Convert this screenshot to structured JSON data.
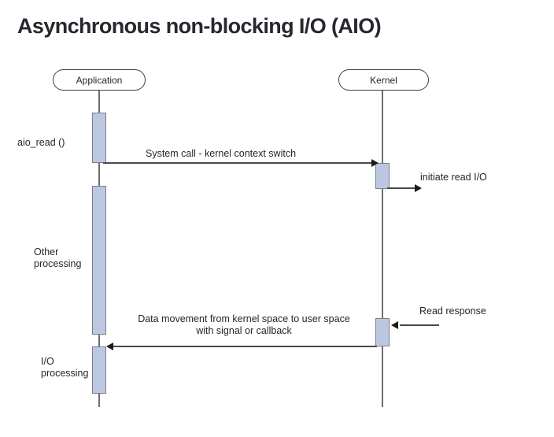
{
  "slide": {
    "title": "Asynchronous non-blocking I/O (AIO)",
    "background_color": "#ffffff",
    "title_color": "#25292e"
  },
  "diagram": {
    "type": "sequence-diagram",
    "activation_fill": "#bcc8e2",
    "activation_border": "#7d7d86",
    "lifeline_color": "#6e6e6e",
    "participants": [
      {
        "id": "application",
        "label": "Application"
      },
      {
        "id": "kernel",
        "label": "Kernel"
      }
    ],
    "side_labels": [
      {
        "id": "aio-read",
        "text": "aio_read ()"
      },
      {
        "id": "other-processing",
        "line1": "Other",
        "line2": "processing"
      },
      {
        "id": "io-processing",
        "line1": "I/O",
        "line2": "processing"
      }
    ],
    "messages": [
      {
        "id": "system-call",
        "label": "System call - kernel context switch",
        "from": "application",
        "to": "kernel",
        "direction": "right"
      },
      {
        "id": "initiate-read-io",
        "label": "initiate read I/O",
        "from": "kernel",
        "to": "device",
        "direction": "right"
      },
      {
        "id": "read-response",
        "label": "Read response",
        "from": "device",
        "to": "kernel",
        "direction": "left"
      },
      {
        "id": "data-movement",
        "label": "Data movement from kernel space to user space with signal or callback",
        "from": "kernel",
        "to": "application",
        "direction": "left"
      }
    ]
  }
}
